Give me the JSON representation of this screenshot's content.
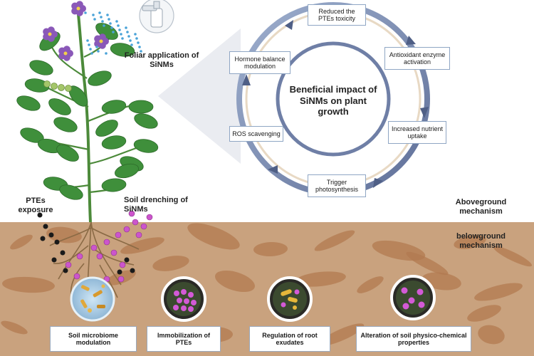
{
  "labels": {
    "foliar": "Foliar application of SiNMs",
    "soil_drenching": "Soil drenching of SiNMs",
    "ptes_exposure": "PTEs exposure",
    "aboveground": "Aboveground mechanism",
    "belowground": "belowground mechanism",
    "center": "Beneficial impact of SiNMs on plant growth"
  },
  "cycle_boxes": {
    "top": "Reduced the PTEs toxicity",
    "upper_right": "Antioxidant enzyme activation",
    "lower_right": "Increased nutrient uptake",
    "bottom": "Trigger photosynthesis",
    "lower_left": "ROS scavenging",
    "upper_left": "Hormone balance modulation"
  },
  "bottom_boxes": {
    "microbiome": "Soil microbiome modulation",
    "immobilization": "Immobilization of PTEs",
    "root_exudates": "Regulation of root exudates",
    "physico_chemical": "Alteration of soil physico-chemical properties"
  },
  "colors": {
    "soil": "#c9a27e",
    "soil_patch": "#b17a50",
    "leaf": "#3f8f3b",
    "ring": "#6f7fa6",
    "nanoparticle": "#cc55cc",
    "flower": "#8a58b8"
  }
}
